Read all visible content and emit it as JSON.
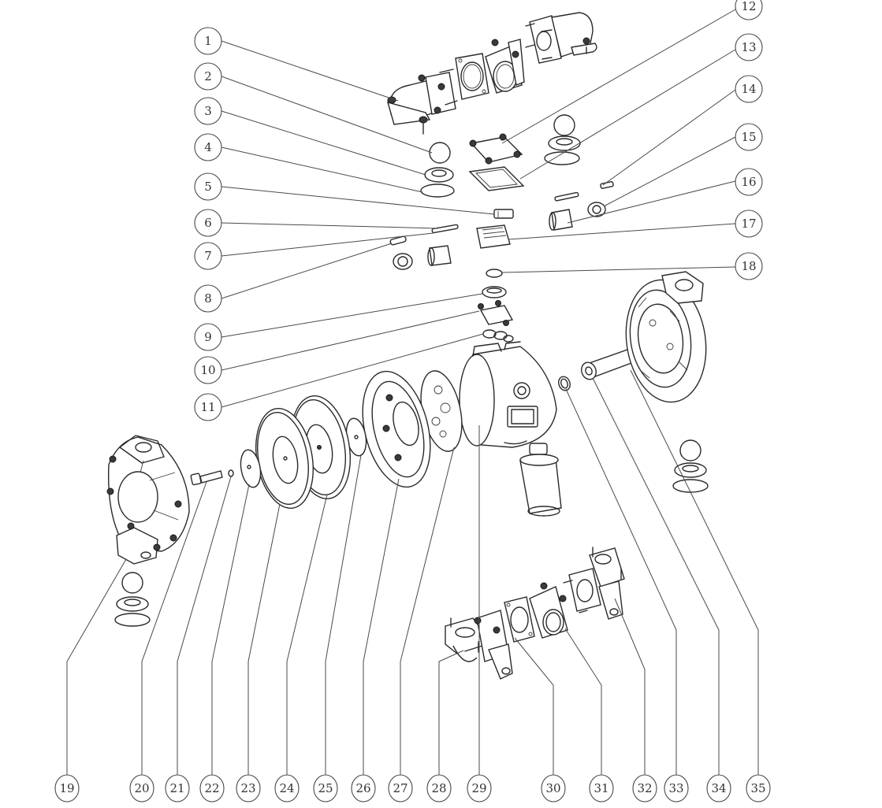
{
  "diagram": {
    "title": "Diaphragm pump exploded parts view",
    "colors": {
      "line": "#2a2a2a",
      "leader": "#4a4a4a",
      "background": "#ffffff"
    },
    "callouts": [
      {
        "id": 1,
        "label": "1",
        "part": "inlet-elbow-manifold"
      },
      {
        "id": 2,
        "label": "2",
        "part": "ball"
      },
      {
        "id": 3,
        "label": "3",
        "part": "ball-seat"
      },
      {
        "id": 4,
        "label": "4",
        "part": "seat-o-ring"
      },
      {
        "id": 5,
        "label": "5",
        "part": "pilot-block"
      },
      {
        "id": 6,
        "label": "6",
        "part": "pilot-pin"
      },
      {
        "id": 7,
        "label": "7",
        "part": "pin-sleeve"
      },
      {
        "id": 8,
        "label": "8",
        "part": "end-cap"
      },
      {
        "id": 9,
        "label": "9",
        "part": "seal-ring"
      },
      {
        "id": 10,
        "label": "10",
        "part": "valve-plate"
      },
      {
        "id": 11,
        "label": "11",
        "part": "valve-gasket"
      },
      {
        "id": 12,
        "label": "12",
        "part": "valve-cover"
      },
      {
        "id": 13,
        "label": "13",
        "part": "cover-gasket"
      },
      {
        "id": 14,
        "label": "14",
        "part": "small-pin"
      },
      {
        "id": 15,
        "label": "15",
        "part": "plug"
      },
      {
        "id": 16,
        "label": "16",
        "part": "sleeve"
      },
      {
        "id": 17,
        "label": "17",
        "part": "air-valve-spool"
      },
      {
        "id": 18,
        "label": "18",
        "part": "o-ring"
      },
      {
        "id": 19,
        "label": "19",
        "part": "left-fluid-cover"
      },
      {
        "id": 20,
        "label": "20",
        "part": "bolt"
      },
      {
        "id": 21,
        "label": "21",
        "part": "washer"
      },
      {
        "id": 22,
        "label": "22",
        "part": "outer-plate"
      },
      {
        "id": 23,
        "label": "23",
        "part": "diaphragm"
      },
      {
        "id": 24,
        "label": "24",
        "part": "back-up-diaphragm"
      },
      {
        "id": 25,
        "label": "25",
        "part": "inner-plate"
      },
      {
        "id": 26,
        "label": "26",
        "part": "air-chamber"
      },
      {
        "id": 27,
        "label": "27",
        "part": "center-gasket"
      },
      {
        "id": 28,
        "label": "28",
        "part": "outlet-flange"
      },
      {
        "id": 29,
        "label": "29",
        "part": "center-body"
      },
      {
        "id": 30,
        "label": "30",
        "part": "manifold-gasket"
      },
      {
        "id": 31,
        "label": "31",
        "part": "discharge-elbow"
      },
      {
        "id": 32,
        "label": "32",
        "part": "shaft-seal"
      },
      {
        "id": 33,
        "label": "33",
        "part": "muffler"
      },
      {
        "id": 34,
        "label": "34",
        "part": "shaft"
      },
      {
        "id": 35,
        "label": "35",
        "part": "right-fluid-cover"
      }
    ]
  }
}
